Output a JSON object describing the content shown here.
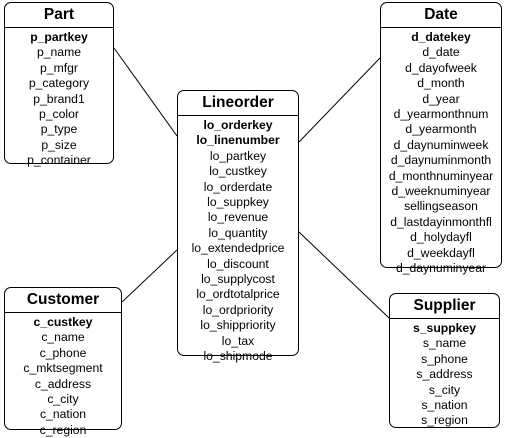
{
  "entities": {
    "part": {
      "title": "Part",
      "keys": [
        "p_partkey"
      ],
      "fields": [
        "p_name",
        "p_mfgr",
        "p_category",
        "p_brand1",
        "p_color",
        "p_type",
        "p_size",
        "p_container"
      ]
    },
    "customer": {
      "title": "Customer",
      "keys": [
        "c_custkey"
      ],
      "fields": [
        "c_name",
        "c_phone",
        "c_mktsegment",
        "c_address",
        "c_city",
        "c_nation",
        "c_region"
      ]
    },
    "lineorder": {
      "title": "Lineorder",
      "keys": [
        "lo_orderkey",
        "lo_linenumber"
      ],
      "fields": [
        "lo_partkey",
        "lo_custkey",
        "lo_orderdate",
        "lo_suppkey",
        "lo_revenue",
        "lo_quantity",
        "lo_extendedprice",
        "lo_discount",
        "lo_supplycost",
        "lo_ordtotalprice",
        "lo_ordpriority",
        "lo_shippriority",
        "lo_tax",
        "lo_shipmode"
      ]
    },
    "date": {
      "title": "Date",
      "keys": [
        "d_datekey"
      ],
      "fields": [
        "d_date",
        "d_dayofweek",
        "d_month",
        "d_year",
        "d_yearmonthnum",
        "d_yearmonth",
        "d_daynuminweek",
        "d_daynuminmonth",
        "d_monthnuminyear",
        "d_weeknuminyear",
        "sellingseason",
        "d_lastdayinmonthfl",
        "d_holydayfl",
        "d_weekdayfl",
        "d_daynuminyear"
      ]
    },
    "supplier": {
      "title": "Supplier",
      "keys": [
        "s_suppkey"
      ],
      "fields": [
        "s_name",
        "s_phone",
        "s_address",
        "s_city",
        "s_nation",
        "s_region"
      ]
    }
  },
  "relationships": [
    {
      "from": "part",
      "to": "lineorder"
    },
    {
      "from": "customer",
      "to": "lineorder"
    },
    {
      "from": "date",
      "to": "lineorder"
    },
    {
      "from": "supplier",
      "to": "lineorder"
    }
  ],
  "colors": {
    "line": "#000000",
    "background": "#ffffff"
  }
}
